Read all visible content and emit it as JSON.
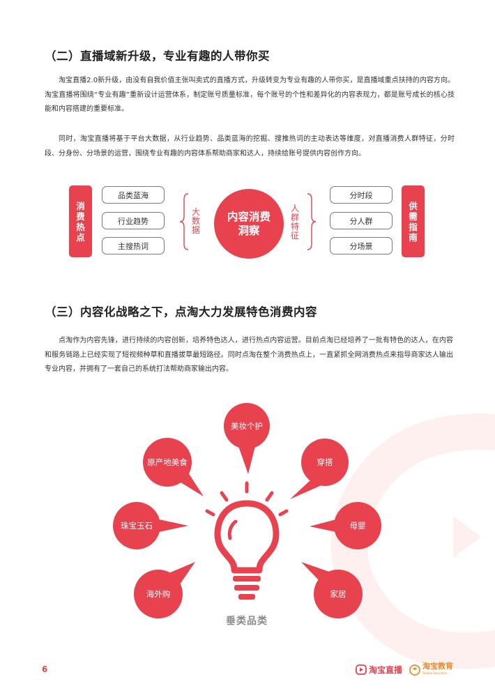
{
  "section2": {
    "title": "（二）直播域新升级，专业有趣的人带你买",
    "paragraphs": [
      "淘宝直播2.0新升级，由没有自我价值主张叫卖式的直播方式，升级转变为专业有趣的人带你买，是直播域重点扶持的内容方向。淘宝直播将围绕“专业有趣”重新设计运营体系，制定账号质量标准，每个账号的个性和差异化的内容表现力，都是账号成长的核心技能和内容搭建的重要标准。",
      "同时，淘宝直播将基于平台大数据，从行业趋势、品类蓝海的挖掘、搜推热词的主动表达等维度，对直播消费人群特征，分时段、分身份、分场景的运营，围绕专业有趣的内容体系帮助商家和达人，持续给账号提供内容创作方向。"
    ]
  },
  "diagram": {
    "left_label": "消费热点",
    "left_items": [
      "品类蓝海",
      "行业趋势",
      "主搜热词"
    ],
    "left_brace_text": "大数据",
    "center": "内容消费洞察",
    "right_brace_text": "人群特征",
    "right_items": [
      "分时段",
      "分人群",
      "分场景"
    ],
    "right_label": "供需指南"
  },
  "section3": {
    "title": "（三）内容化战略之下，点淘大力发展特色消费内容",
    "paragraph": "点淘作为内容先锋，进行持续的内容创新，培养特色达人，进行热点内容运营。目前点淘已经培养了一批有特色的达人，在内容和服务链路上已经实现了短视频种草和直播拔草最短路径。同时点淘在整个消费热点上，一直紧抓全网消费热点来指导商家达人输出专业内容，并拥有了一套自己的系统打法帮助商家输出内容。"
  },
  "bulb": {
    "categories": [
      "美妆个护",
      "穿搭",
      "母婴",
      "家居",
      "海外购",
      "珠宝玉石",
      "原产地美食"
    ],
    "caption": "垂类品类"
  },
  "footer": {
    "page_number": "6",
    "logo1": "淘宝直播",
    "logo2": "淘宝教育",
    "logo2_sub": "Taobao Education"
  },
  "colors": {
    "accent": "#e8424f",
    "orange": "#f08a2a"
  }
}
